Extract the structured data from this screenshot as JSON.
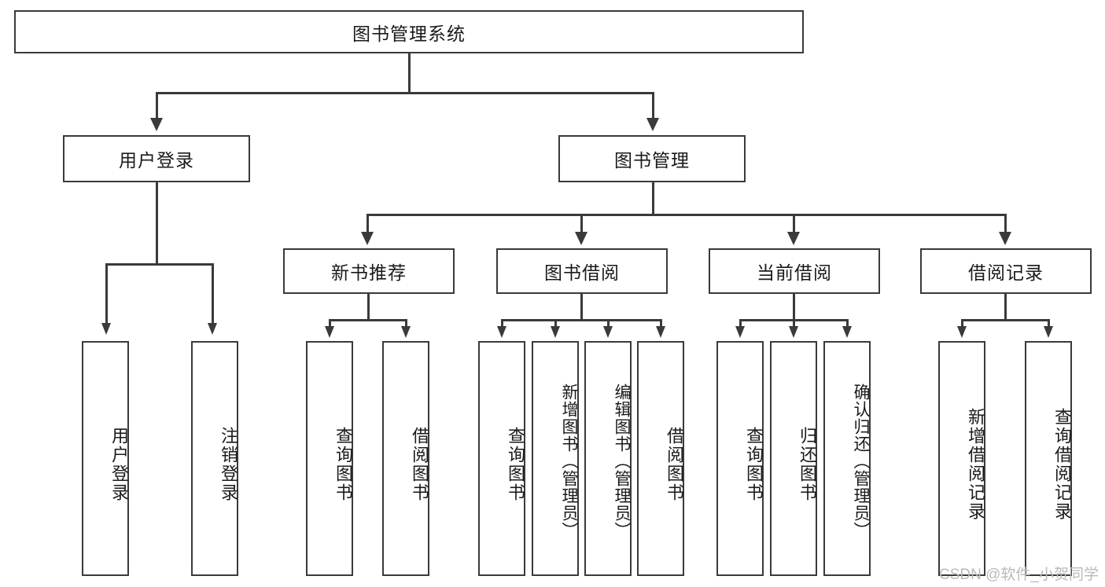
{
  "diagram": {
    "title": "图书管理系统",
    "type": "tree-hierarchy-flowchart",
    "root": {
      "id": "root",
      "label": "图书管理系统"
    },
    "level2": [
      {
        "id": "user-login",
        "label": "用户登录"
      },
      {
        "id": "book-management",
        "label": "图书管理"
      }
    ],
    "level3": [
      {
        "id": "new-book-recommend",
        "label": "新书推荐"
      },
      {
        "id": "book-borrow",
        "label": "图书借阅"
      },
      {
        "id": "current-borrow",
        "label": "当前借阅"
      },
      {
        "id": "borrow-record",
        "label": "借阅记录"
      }
    ],
    "leaves": [
      {
        "id": "leaf-user-login",
        "label": "用户登录",
        "parent": "user-login"
      },
      {
        "id": "leaf-logout",
        "label": "注销登录",
        "parent": "user-login"
      },
      {
        "id": "leaf-query-book-1",
        "label": "查询图书",
        "parent": "new-book-recommend"
      },
      {
        "id": "leaf-borrow-book-1",
        "label": "借阅图书",
        "parent": "new-book-recommend"
      },
      {
        "id": "leaf-query-book-2",
        "label": "查询图书",
        "parent": "book-borrow"
      },
      {
        "id": "leaf-add-book",
        "label": "新增图书（管理员）",
        "parent": "book-borrow"
      },
      {
        "id": "leaf-edit-book",
        "label": "编辑图书（管理员）",
        "parent": "book-borrow"
      },
      {
        "id": "leaf-borrow-book-2",
        "label": "借阅图书",
        "parent": "book-borrow"
      },
      {
        "id": "leaf-query-book-3",
        "label": "查询图书",
        "parent": "current-borrow"
      },
      {
        "id": "leaf-return-book",
        "label": "归还图书",
        "parent": "current-borrow"
      },
      {
        "id": "leaf-confirm-return",
        "label": "确认归还（管理员）",
        "parent": "current-borrow"
      },
      {
        "id": "leaf-add-record",
        "label": "新增借阅记录",
        "parent": "borrow-record"
      },
      {
        "id": "leaf-query-record",
        "label": "查询借阅记录",
        "parent": "borrow-record"
      }
    ],
    "colors": {
      "stroke": "#3a3a3a",
      "fill": "#ffffff",
      "text": "#1a1a1a",
      "watermark": "#b9b9b9"
    }
  },
  "watermark": {
    "text": "CSDN @软件_小贺同学"
  }
}
